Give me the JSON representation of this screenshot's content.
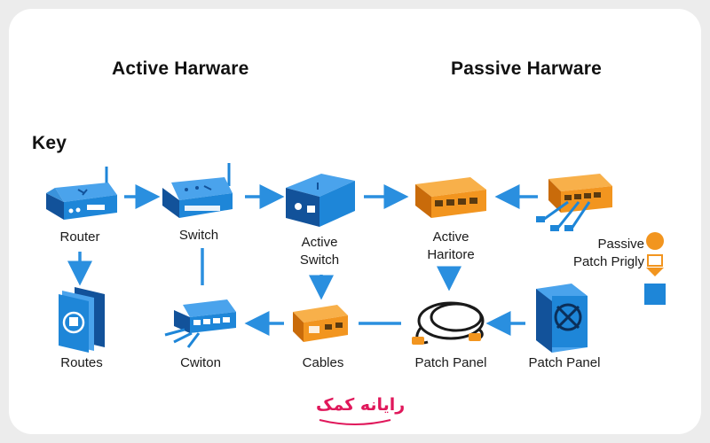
{
  "headings": {
    "active": "Active Harware",
    "passive": "Passive Harware",
    "key": "Key"
  },
  "labels": {
    "router": "Router",
    "switch": "Switch",
    "active_switch": "Active\nSwitch",
    "active_haritore": "Active\nHaritore",
    "passive_patch_prigly": "Passive\nPatch Prigly",
    "routes": "Routes",
    "cwiton": "Cwiton",
    "cables": "Cables",
    "patch_panel_center": "Patch Panel",
    "patch_panel_right": "Patch Panel"
  },
  "logo": "رایانه کمک",
  "colors": {
    "blue": "#1e86d8",
    "blue_dark": "#12529a",
    "orange": "#f2951f",
    "orange_dark": "#c96b0a",
    "arrow": "#2a8fdf"
  }
}
